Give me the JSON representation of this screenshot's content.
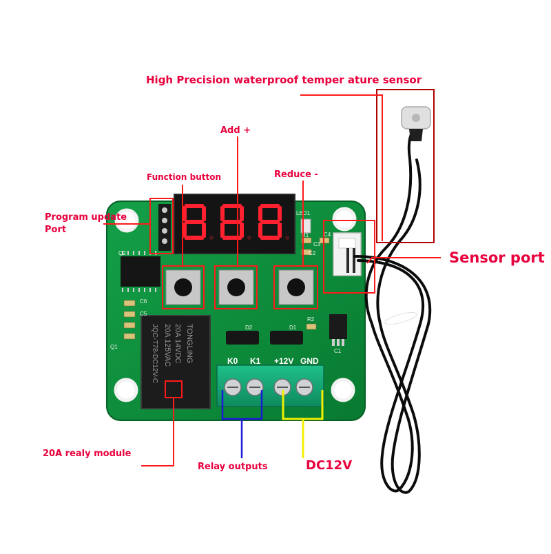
{
  "labels": {
    "sensor": "High Precision waterproof temper ature sensor",
    "add": "Add +",
    "function_button": "Function button",
    "reduce": "Reduce -",
    "program_port_line1": "Program update",
    "program_port_line2": "Port",
    "sensor_port": "Sensor port",
    "relay_module": "20A realy module",
    "relay_outputs": "Relay outputs",
    "dc12v": "DC12V"
  },
  "board": {
    "display_digits": [
      "8",
      "8",
      "8"
    ],
    "terminal_labels": [
      "K0",
      "K1",
      "+12V",
      "GND"
    ],
    "silkscreen": [
      "LED1",
      "R1",
      "C3",
      "C4",
      "C2",
      "C6",
      "C5",
      "Q1",
      "Q2",
      "D1",
      "D2",
      "R2",
      "C1"
    ],
    "relay_brand": "TONGLING",
    "relay_rating_1": "20A 125VAC",
    "relay_rating_2": "20A 14VDC",
    "relay_model": "JQC-T78-DC12V-C"
  },
  "colors": {
    "label_red": "#e8003d",
    "pcb_green": "#0d8a3a",
    "relay_blue": "#1a1ad8",
    "dc_yellow": "#f3f000",
    "segment_red": "#ff2030"
  }
}
